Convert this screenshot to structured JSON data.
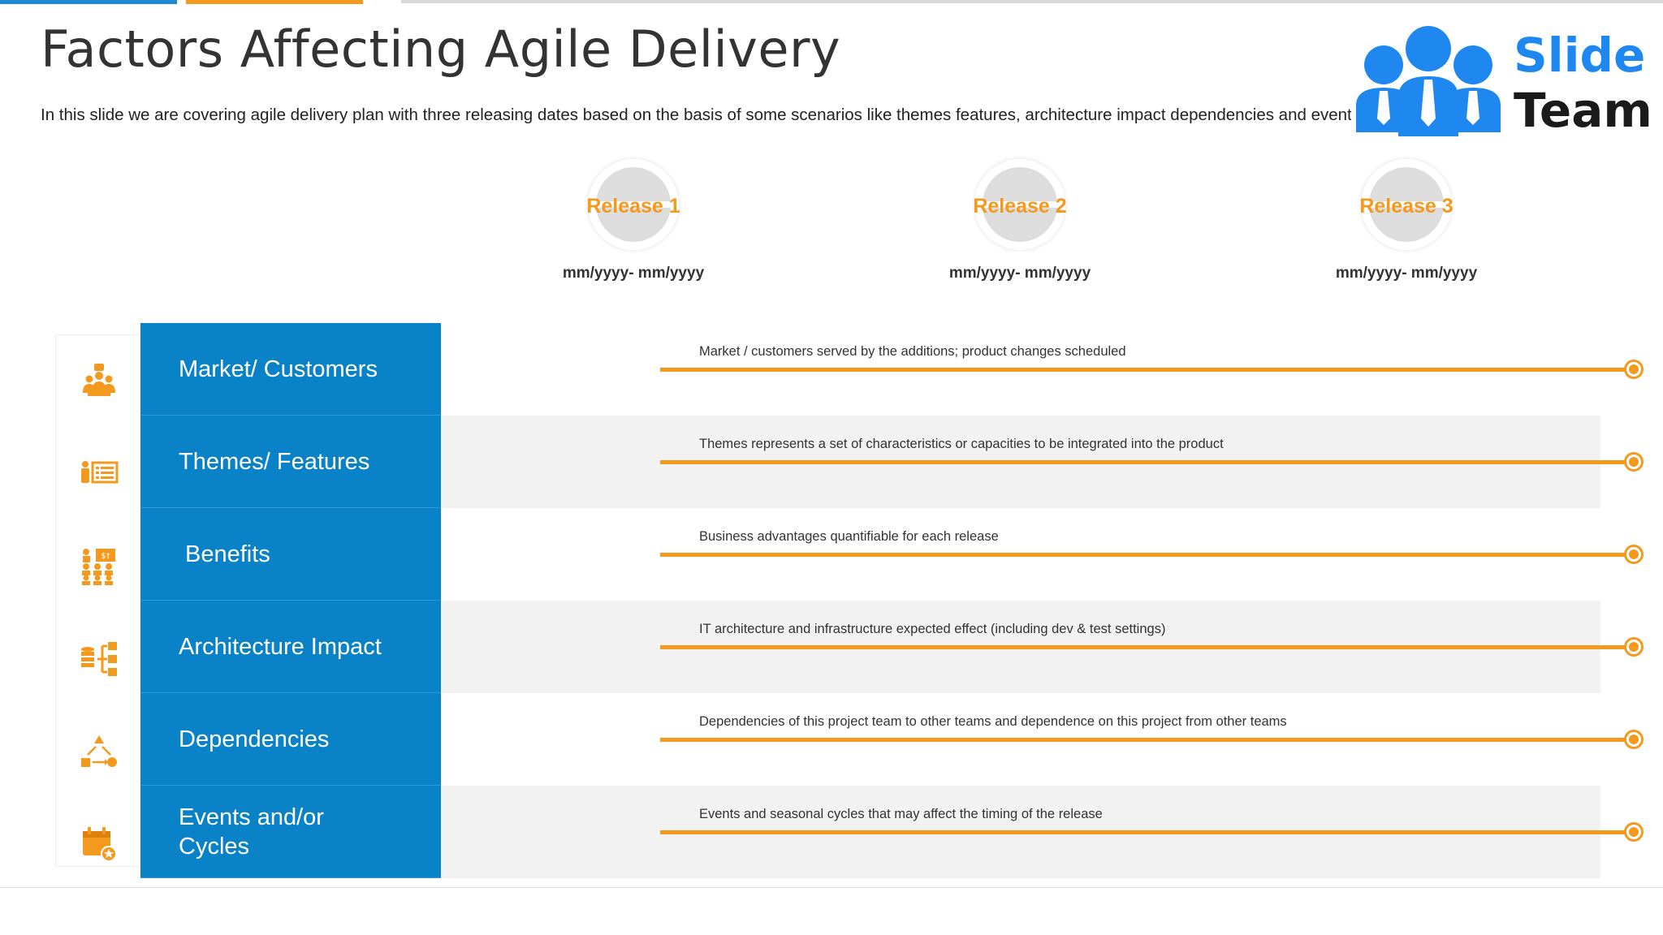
{
  "slide": {
    "title": "Factors Affecting Agile Delivery",
    "subtitle": "In this slide we are covering agile delivery plan with three releasing dates based on the basis of some scenarios like themes features, architecture impact dependencies and events."
  },
  "logo": {
    "word1": "Slide",
    "word2": "Team",
    "colors": {
      "blue": "#1e88f0",
      "dark": "#1a1a1a"
    }
  },
  "releases": [
    {
      "name": "Release 1",
      "date": "mm/yyyy- mm/yyyy"
    },
    {
      "name": "Release 2",
      "date": "mm/yyyy- mm/yyyy"
    },
    {
      "name": "Release 3",
      "date": "mm/yyyy- mm/yyyy"
    }
  ],
  "rows": [
    {
      "icon": "customers-icon",
      "label": "Market/ Customers",
      "description": "Market / customers served by the additions; product changes scheduled"
    },
    {
      "icon": "presentation-icon",
      "label": "Themes/ Features",
      "description": "Themes represents a set of characteristics or capacities to be integrated into the product"
    },
    {
      "icon": "team-benefit-icon",
      "label": " Benefits",
      "description": "Business advantages quantifiable for each release"
    },
    {
      "icon": "database-hierarchy-icon",
      "label": "Architecture Impact",
      "description": "IT architecture and infrastructure expected effect (including dev & test settings)"
    },
    {
      "icon": "workflow-icon",
      "label": "Dependencies",
      "description": "Dependencies of this project team to other teams and dependence on this project from other teams"
    },
    {
      "icon": "calendar-event-icon",
      "label": "Events and/or Cycles",
      "description": "Events and seasonal cycles that may affect the timing of the release"
    }
  ],
  "colors": {
    "accent": "#f39a1e",
    "blue": "#0a82c8",
    "shade": "#f2f2f2"
  }
}
